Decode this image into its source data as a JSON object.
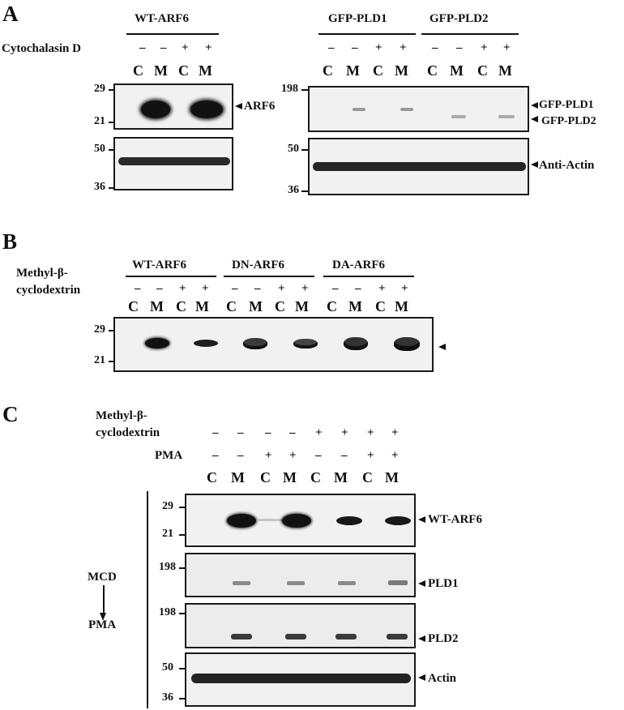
{
  "panels": {
    "A": {
      "letter": "A",
      "treatment_label": "Cytochalasin D",
      "left": {
        "header": "WT-ARF6",
        "signs": [
          "–",
          "–",
          "+",
          "+"
        ],
        "lanes": [
          "C",
          "M",
          "C",
          "M"
        ],
        "top_blot": {
          "markers": [
            "29",
            "21"
          ],
          "band_label": "ARF6"
        },
        "bottom_blot": {
          "markers": [
            "50",
            "36"
          ]
        }
      },
      "right": {
        "headers": [
          "GFP-PLD1",
          "GFP-PLD2"
        ],
        "signs": [
          "–",
          "–",
          "+",
          "+",
          "–",
          "–",
          "+",
          "+"
        ],
        "lanes": [
          "C",
          "M",
          "C",
          "M",
          "C",
          "M",
          "C",
          "M"
        ],
        "top_blot": {
          "markers": [
            "198"
          ],
          "band_labels": [
            "GFP-PLD1",
            "GFP-PLD2"
          ]
        },
        "bottom_blot": {
          "markers": [
            "50",
            "36"
          ],
          "band_label": "Anti-Actin"
        }
      }
    },
    "B": {
      "letter": "B",
      "treatment_label_line1": "Methyl-β-",
      "treatment_label_line2": "cyclodextrin",
      "headers": [
        "WT-ARF6",
        "DN-ARF6",
        "DA-ARF6"
      ],
      "signs": [
        "–",
        "–",
        "+",
        "+",
        "–",
        "–",
        "+",
        "+",
        "–",
        "–",
        "+",
        "+"
      ],
      "lanes": [
        "C",
        "M",
        "C",
        "M",
        "C",
        "M",
        "C",
        "M",
        "C",
        "M",
        "C",
        "M"
      ],
      "markers": [
        "29",
        "21"
      ]
    },
    "C": {
      "letter": "C",
      "treatment1_line1": "Methyl-β-",
      "treatment1_line2": "cyclodextrin",
      "treatment1_signs": [
        "–",
        "–",
        "–",
        "–",
        "+",
        "+",
        "+",
        "+"
      ],
      "treatment2_label": "PMA",
      "treatment2_signs": [
        "–",
        "–",
        "+",
        "+",
        "–",
        "–",
        "+",
        "+"
      ],
      "lanes": [
        "C",
        "M",
        "C",
        "M",
        "C",
        "M",
        "C",
        "M"
      ],
      "side_top": "MCD",
      "side_bottom": "PMA",
      "blots": [
        {
          "markers": [
            "29",
            "21"
          ],
          "band_label": "WT-ARF6"
        },
        {
          "markers": [
            "198"
          ],
          "band_label": "PLD1"
        },
        {
          "markers": [
            "198"
          ],
          "band_label": "PLD2"
        },
        {
          "markers": [
            "50",
            "36"
          ],
          "band_label": "Actin"
        }
      ]
    }
  }
}
